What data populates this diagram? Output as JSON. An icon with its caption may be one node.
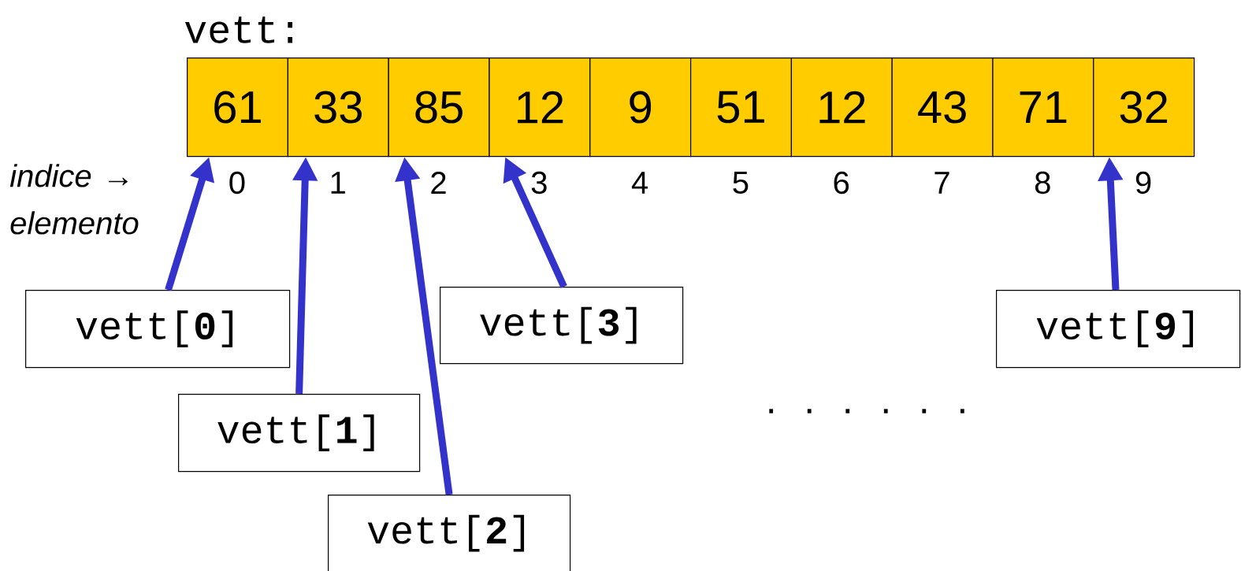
{
  "diagram": {
    "nodes": [
      {
        "text": [
          "61"
        ]
      },
      {
        "text": [
          "33"
        ]
      },
      {
        "text": [
          "85"
        ]
      },
      {
        "text": [
          "12"
        ]
      },
      {
        "text": [
          "9"
        ]
      },
      {
        "text": [
          "51"
        ]
      },
      {
        "text": [
          "12"
        ]
      },
      {
        "text": [
          "43"
        ]
      },
      {
        "text": [
          "71"
        ]
      },
      {
        "text": [
          "32"
        ]
      },
      {
        "text": [
          "vett[**0**]"
        ]
      },
      {
        "text": [
          "vett[**1**]"
        ]
      },
      {
        "text": [
          "vett[**2**]"
        ]
      },
      {
        "text": [
          "vett[**3**]"
        ]
      },
      {
        "text": [
          "vett[**9**]"
        ]
      }
    ],
    "edges": [
      {
        "from": 10,
        "to": 0,
        "arrow": "to"
      },
      {
        "from": 11,
        "to": 1,
        "arrow": "to"
      },
      {
        "from": 12,
        "to": 2,
        "arrow": "to"
      },
      {
        "from": 13,
        "to": 3,
        "arrow": "to"
      },
      {
        "from": 14,
        "to": 9,
        "arrow": "to"
      }
    ],
    "labels": [
      "vett:",
      "indice → elemento",
      "0",
      "1",
      "2",
      "3",
      "4",
      "5",
      "6",
      "7",
      "8",
      "9",
      ". . . . . ."
    ]
  }
}
